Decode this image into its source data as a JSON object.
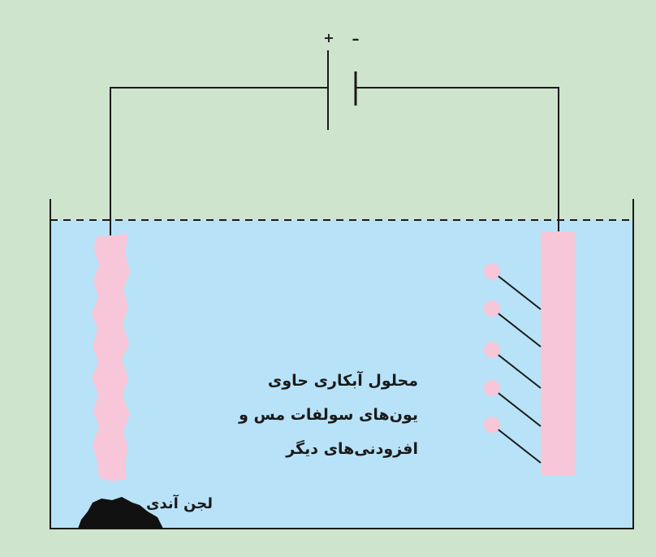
{
  "battery": {
    "plus": "+",
    "minus": "–"
  },
  "solution_label": {
    "line1": "محلول آبکاری حاوی",
    "line2": "یون‌های سولفات مس و",
    "line3": "افزودنی‌های دیگر"
  },
  "sludge_label": "لجن آندی",
  "colors": {
    "background": "#cfe4cc",
    "solution": "#b8e2f7",
    "electrode": "#f7c6d8",
    "wire": "#1a1a1a",
    "sludge": "#111111"
  }
}
